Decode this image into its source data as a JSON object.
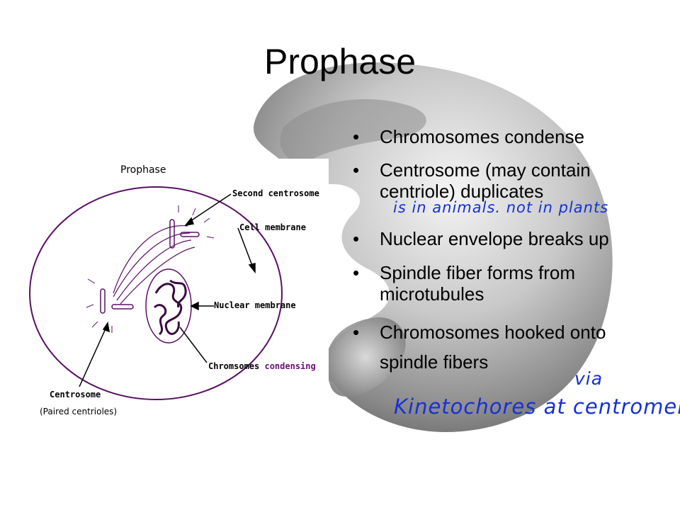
{
  "slide": {
    "title": "Prophase",
    "bullet_glyph": "•",
    "bullets": [
      "Chromosomes condense",
      "Centrosome (may contain centriole) duplicates",
      "Nuclear envelope breaks up",
      "Spindle fiber forms from microtubules",
      "Chromosomes hooked onto spindle fibers"
    ],
    "handwriting": {
      "note1": "is in animals. not in plants",
      "note2": "via",
      "note3": "Kinetochores at centromere"
    }
  },
  "diagram": {
    "title": "Prophase",
    "labels": {
      "second_centrosome": "Second centrosome",
      "cell_membrane": "Cell membrane",
      "nuclear_membrane": "Nuclear membrane",
      "chromosomes": "Chromsomes",
      "condensing": "condensing",
      "centrosome": "Centrosome",
      "paired_centrioles": "(Paired centrioles)"
    }
  },
  "colors": {
    "ink": "#1530d8",
    "membrane": "#5a1064",
    "background_shape": "#9a9a9a"
  }
}
